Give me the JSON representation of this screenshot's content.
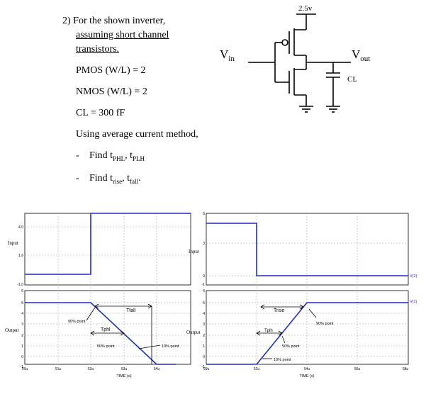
{
  "problem": {
    "number": "2)",
    "line1": "For the shown inverter,",
    "line2": "assuming short channel",
    "line3": "transistors.",
    "pmos": "PMOS (W/L) = 2",
    "nmos": "NMOS (W/L) = 2",
    "cl": "CL = 300 fF",
    "method": "Using average current method,",
    "task1_pre": "Find t",
    "task1_sub1": "PHL",
    "task1_mid": ", t",
    "task1_sub2": "PLH",
    "task2_pre": "Find t",
    "task2_sub1": "rise",
    "task2_mid": ", t",
    "task2_sub2": "fall",
    "task2_end": ".",
    "dash": "-"
  },
  "circuit": {
    "vdd": "2.5v",
    "vin_main": "V",
    "vin_sub": "in",
    "vout_main": "V",
    "vout_sub": "out",
    "cl": "CL"
  },
  "plots": {
    "left": {
      "input_label": "Input",
      "output_label": "Output",
      "input_ticks": [
        "4.0",
        "1.6",
        "-1.0"
      ],
      "output_ticks": [
        "6",
        "5",
        "4",
        "3",
        "2",
        "1",
        "0",
        "-1"
      ],
      "x_ticks": [
        "50u",
        "51u",
        "52u",
        "53u",
        "54u"
      ],
      "x_title": "TIME (s)",
      "ann_tfall": "Tfall",
      "ann_tphl": "Tphl",
      "ann_90": "90% point",
      "ann_50": "50% point",
      "ann_10": "10% point"
    },
    "right": {
      "input_label": "Input",
      "output_label": "Output",
      "input_ticks": [
        "6",
        "3",
        "0",
        "-1"
      ],
      "output_ticks": [
        "6",
        "5",
        "4",
        "3",
        "2",
        "1",
        "0",
        "-1"
      ],
      "x_ticks": [
        "50u",
        "52u",
        "54u",
        "56u",
        "58u"
      ],
      "x_title": "TIME (s)",
      "ann_trise": "Trise",
      "ann_tplh": "Tplh",
      "ann_90": "90% point",
      "ann_50": "50% point",
      "ann_10": "10% point",
      "legend_v2": "V(2)",
      "legend_v1": "V(1)"
    }
  },
  "colors": {
    "trace": "#1f2fb0",
    "text": "#000000",
    "grid": "#9a9a9a"
  }
}
